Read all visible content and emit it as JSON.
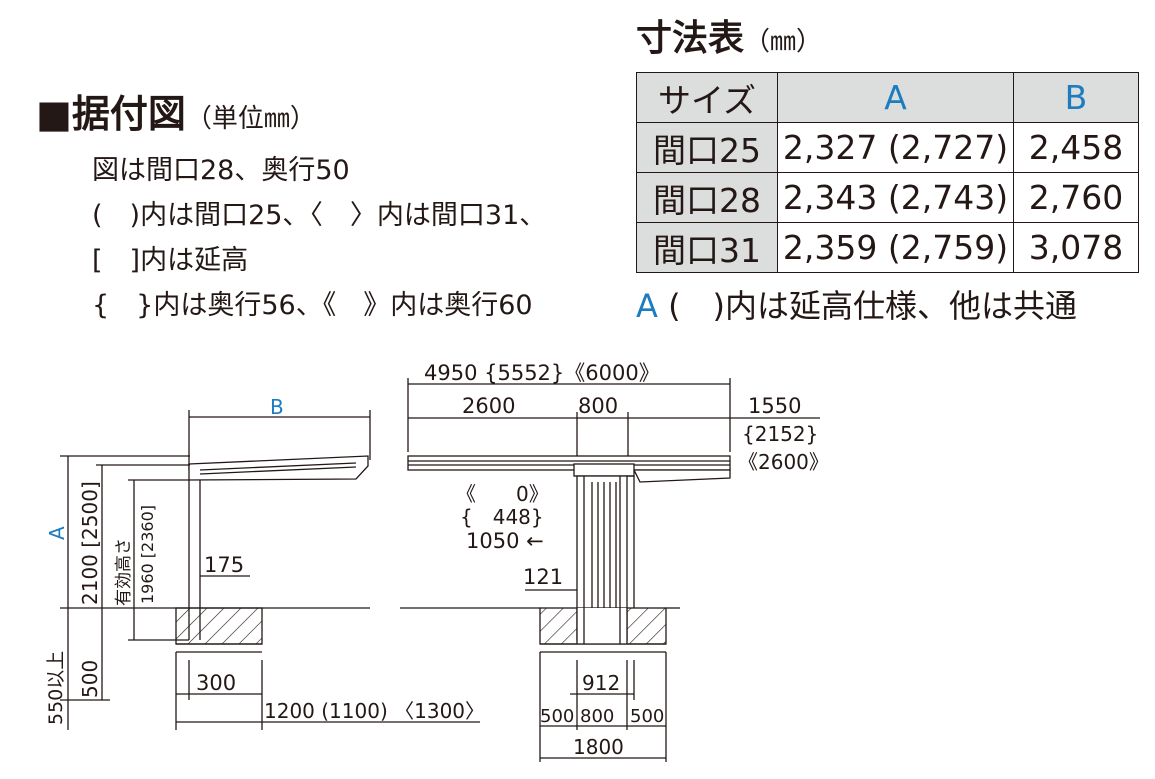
{
  "install": {
    "title": "■据付図",
    "unit": "（単位㎜）",
    "notes": [
      "図は間口28、奥行50",
      "(　)内は間口25、〈　〉内は間口31、",
      "[　]内は延高",
      "{　}内は奥行56、《　》内は奥行60"
    ]
  },
  "dimension_table": {
    "title": "寸法表",
    "unit": "（㎜）",
    "headers": [
      "サイズ",
      "A",
      "B"
    ],
    "rows": [
      {
        "size": "間口25",
        "a": "2,327 (2,727)",
        "b": "2,458"
      },
      {
        "size": "間口28",
        "a": "2,343 (2,743)",
        "b": "2,760"
      },
      {
        "size": "間口31",
        "a": "2,359 (2,759)",
        "b": "3,078"
      }
    ],
    "note_letter": "A",
    "note_text": "(　)内は延高仕様、他は共通"
  },
  "side_view": {
    "label_b": "B",
    "label_a": "A",
    "dim_height": "2100 [2500]",
    "effective_height_label": "有効高さ",
    "dim_effective": "1960 [2360]",
    "dim_175": "175",
    "dim_550": "550以上",
    "dim_500": "500",
    "dim_300": "300",
    "dim_1200": "1200 (1100) 〈1300〉"
  },
  "front_view": {
    "dim_total": "4950 {5552}《6000》",
    "dim_2600": "2600",
    "dim_800": "800",
    "dim_1550": "1550",
    "dim_2152": "{2152}",
    "dim_2600b": "《2600》",
    "dim_0": "《　　0》",
    "dim_448": "{　448}",
    "dim_1050": "1050 ←",
    "dim_121": "121",
    "dim_912": "912",
    "dim_500a": "500",
    "dim_800b": "800",
    "dim_500b": "500",
    "dim_1800": "1800"
  },
  "colors": {
    "accent": "#1c7cc0",
    "ink": "#231815",
    "header_gray": "#dcdddd"
  }
}
